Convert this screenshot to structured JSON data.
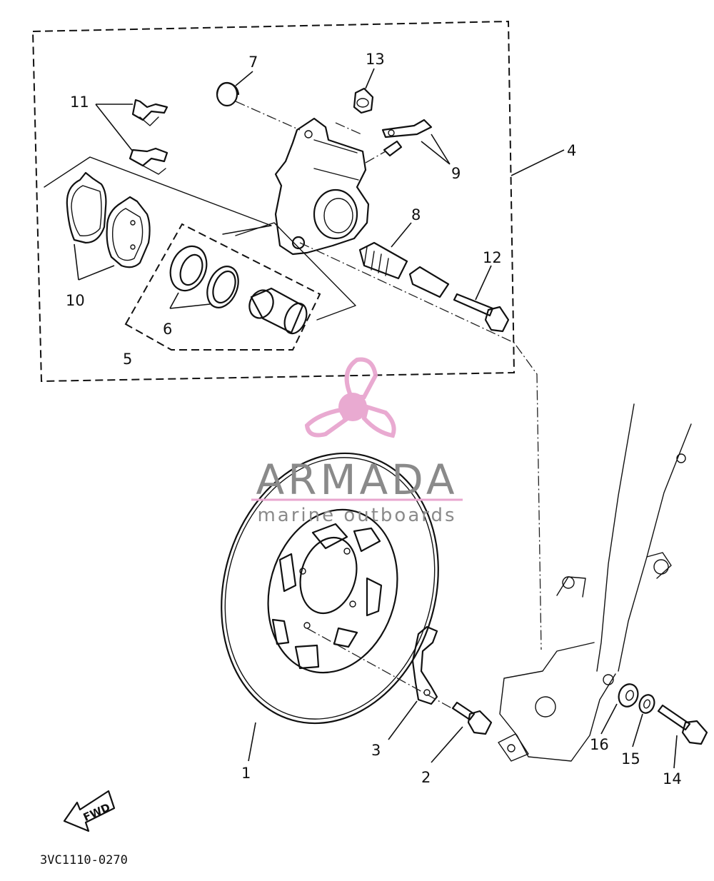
{
  "callouts": {
    "c1": "1",
    "c2": "2",
    "c3": "3",
    "c4": "4",
    "c5": "5",
    "c6": "6",
    "c7": "7",
    "c8": "8",
    "c9": "9",
    "c10": "10",
    "c11": "11",
    "c12": "12",
    "c13": "13",
    "c14": "14",
    "c15": "15",
    "c16": "16"
  },
  "fwd_label": "FWD",
  "diagram_code": "3VC1110-0270",
  "watermark": {
    "brand": "ARMADA",
    "tagline": "marine outboards",
    "colors": {
      "logo": "#e8a6cf",
      "text": "#8a8a8a"
    }
  }
}
